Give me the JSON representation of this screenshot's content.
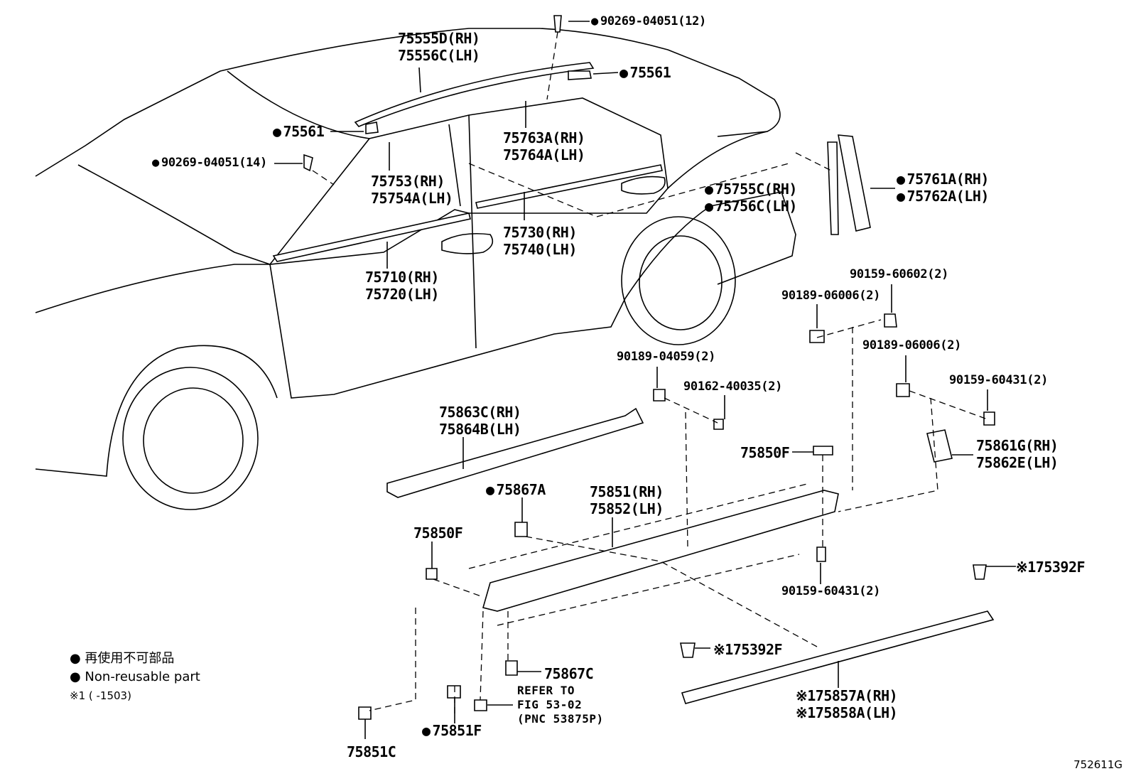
{
  "labels": {
    "p1": {
      "text": "90269-04051(12)",
      "dot": true
    },
    "p2a": {
      "text": "75555D(RH)"
    },
    "p2b": {
      "text": "75556C(LH)"
    },
    "p3": {
      "text": "75561",
      "dot": true
    },
    "p4": {
      "text": "75561",
      "dot": true
    },
    "p5": {
      "text": "90269-04051(14)",
      "dot": true
    },
    "p6a": {
      "text": "75763A(RH)"
    },
    "p6b": {
      "text": "75764A(LH)"
    },
    "p7a": {
      "text": "75753(RH)"
    },
    "p7b": {
      "text": "75754A(LH)"
    },
    "p8a": {
      "text": "75755C(RH)",
      "dot": true
    },
    "p8b": {
      "text": "75756C(LH)",
      "dot": true
    },
    "p9a": {
      "text": "75761A(RH)",
      "dot": true
    },
    "p9b": {
      "text": "75762A(LH)",
      "dot": true
    },
    "p10a": {
      "text": "75730(RH)"
    },
    "p10b": {
      "text": "75740(LH)"
    },
    "p11a": {
      "text": "75710(RH)"
    },
    "p11b": {
      "text": "75720(LH)"
    },
    "p12": {
      "text": "90159-60602(2)"
    },
    "p13": {
      "text": "90189-06006(2)"
    },
    "p14": {
      "text": "90189-06006(2)"
    },
    "p15": {
      "text": "90189-04059(2)"
    },
    "p16": {
      "text": "90162-40035(2)"
    },
    "p17": {
      "text": "90159-60431(2)"
    },
    "p18a": {
      "text": "75863C(RH)"
    },
    "p18b": {
      "text": "75864B(LH)"
    },
    "p19": {
      "text": "75850F"
    },
    "p20a": {
      "text": "75861G(RH)"
    },
    "p20b": {
      "text": "75862E(LH)"
    },
    "p21": {
      "text": "75867A",
      "dot": true
    },
    "p22a": {
      "text": "75851(RH)"
    },
    "p22b": {
      "text": "75852(LH)"
    },
    "p23": {
      "text": "75850F"
    },
    "p24": {
      "text": "90159-60431(2)"
    },
    "p25": {
      "text": "※175392F"
    },
    "p26": {
      "text": "※175392F"
    },
    "p27": {
      "text": "75867C"
    },
    "p28a": {
      "text": "REFER TO"
    },
    "p28b": {
      "text": "FIG 53-02"
    },
    "p28c": {
      "text": "(PNC 53875P)"
    },
    "p29a": {
      "text": "※175857A(RH)"
    },
    "p29b": {
      "text": "※175858A(LH)"
    },
    "p30": {
      "text": "75851F",
      "dot": true
    },
    "p31": {
      "text": "75851C"
    }
  },
  "legend": {
    "line1": "● 再使用不可部品",
    "line2": "● Non-reusable part",
    "line3": "※1 (      -1503)"
  },
  "figure_number": "752611G"
}
